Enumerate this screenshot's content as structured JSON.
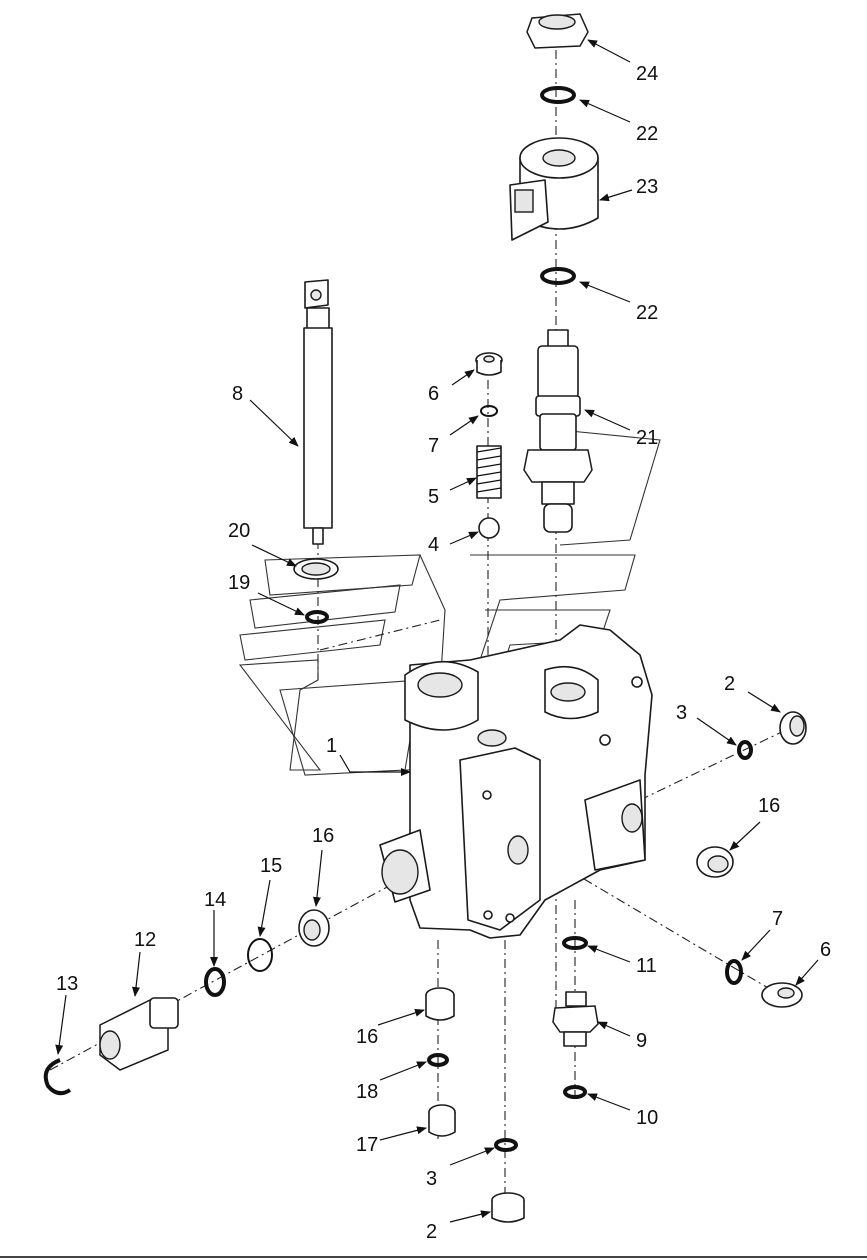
{
  "diagram": {
    "callouts": [
      {
        "id": "c24",
        "label": "24"
      },
      {
        "id": "c22a",
        "label": "22"
      },
      {
        "id": "c23",
        "label": "23"
      },
      {
        "id": "c22b",
        "label": "22"
      },
      {
        "id": "c6a",
        "label": "6"
      },
      {
        "id": "c8",
        "label": "8"
      },
      {
        "id": "c7a",
        "label": "7"
      },
      {
        "id": "c21",
        "label": "21"
      },
      {
        "id": "c5",
        "label": "5"
      },
      {
        "id": "c4",
        "label": "4"
      },
      {
        "id": "c20",
        "label": "20"
      },
      {
        "id": "c19",
        "label": "19"
      },
      {
        "id": "c2a",
        "label": "2"
      },
      {
        "id": "c3a",
        "label": "3"
      },
      {
        "id": "c1",
        "label": "1"
      },
      {
        "id": "c16a",
        "label": "16"
      },
      {
        "id": "c16b",
        "label": "16"
      },
      {
        "id": "c15",
        "label": "15"
      },
      {
        "id": "c14",
        "label": "14"
      },
      {
        "id": "c12",
        "label": "12"
      },
      {
        "id": "c13",
        "label": "13"
      },
      {
        "id": "c7b",
        "label": "7"
      },
      {
        "id": "c6b",
        "label": "6"
      },
      {
        "id": "c11",
        "label": "11"
      },
      {
        "id": "c16c",
        "label": "16"
      },
      {
        "id": "c9",
        "label": "9"
      },
      {
        "id": "c18",
        "label": "18"
      },
      {
        "id": "c10",
        "label": "10"
      },
      {
        "id": "c17",
        "label": "17"
      },
      {
        "id": "c3b",
        "label": "3"
      },
      {
        "id": "c2b",
        "label": "2"
      }
    ]
  }
}
